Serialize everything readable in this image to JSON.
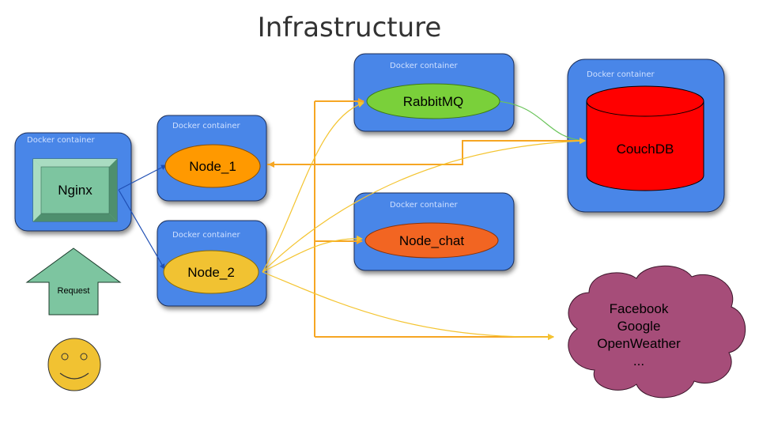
{
  "title": "Infrastructure",
  "container_label": "Docker container",
  "nodes": {
    "nginx": "Nginx",
    "node1": "Node_1",
    "node2": "Node_2",
    "rabbitmq": "RabbitMQ",
    "node_chat": "Node_chat",
    "couchdb": "CouchDB"
  },
  "request_label": "Request",
  "external_services": [
    "Facebook",
    "Google",
    "OpenWeather",
    "..."
  ],
  "colors": {
    "container": "#4a86e8",
    "nginx": "#7dc5a0",
    "node1": "#ff9900",
    "node2": "#f1c232",
    "rabbitmq": "#7ad03a",
    "node_chat": "#f26522",
    "couchdb": "#ff0000",
    "cloud": "#a64d79",
    "arrow_orange": "#f6a623",
    "arrow_yellow": "#f4c430",
    "arrow_green": "#6ac45a",
    "arrow_blue": "#1f4fb4",
    "smiley": "#f1c232"
  }
}
